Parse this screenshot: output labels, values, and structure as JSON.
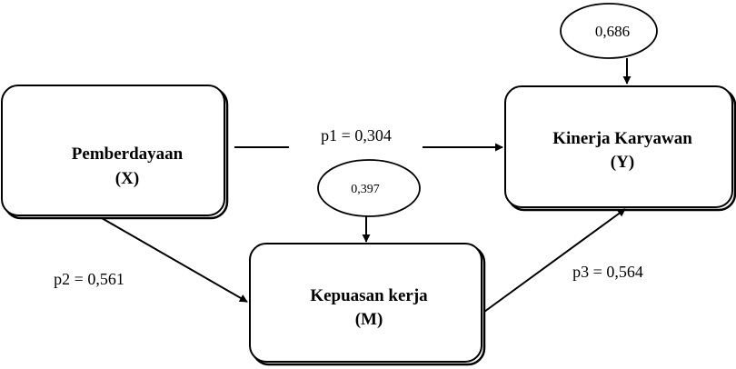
{
  "nodes": {
    "x": {
      "title": "Pemberdayaan",
      "symbol": "(X)"
    },
    "y": {
      "title": "Kinerja Karyawan",
      "symbol": "(Y)"
    },
    "m": {
      "title": "Kepuasan kerja",
      "symbol": "(M)"
    }
  },
  "errors": {
    "y": "0,686",
    "m": "0,397"
  },
  "paths": {
    "p1": "p1 = 0,304",
    "p2": "p2 = 0,561",
    "p3": "p3 = 0,564"
  }
}
